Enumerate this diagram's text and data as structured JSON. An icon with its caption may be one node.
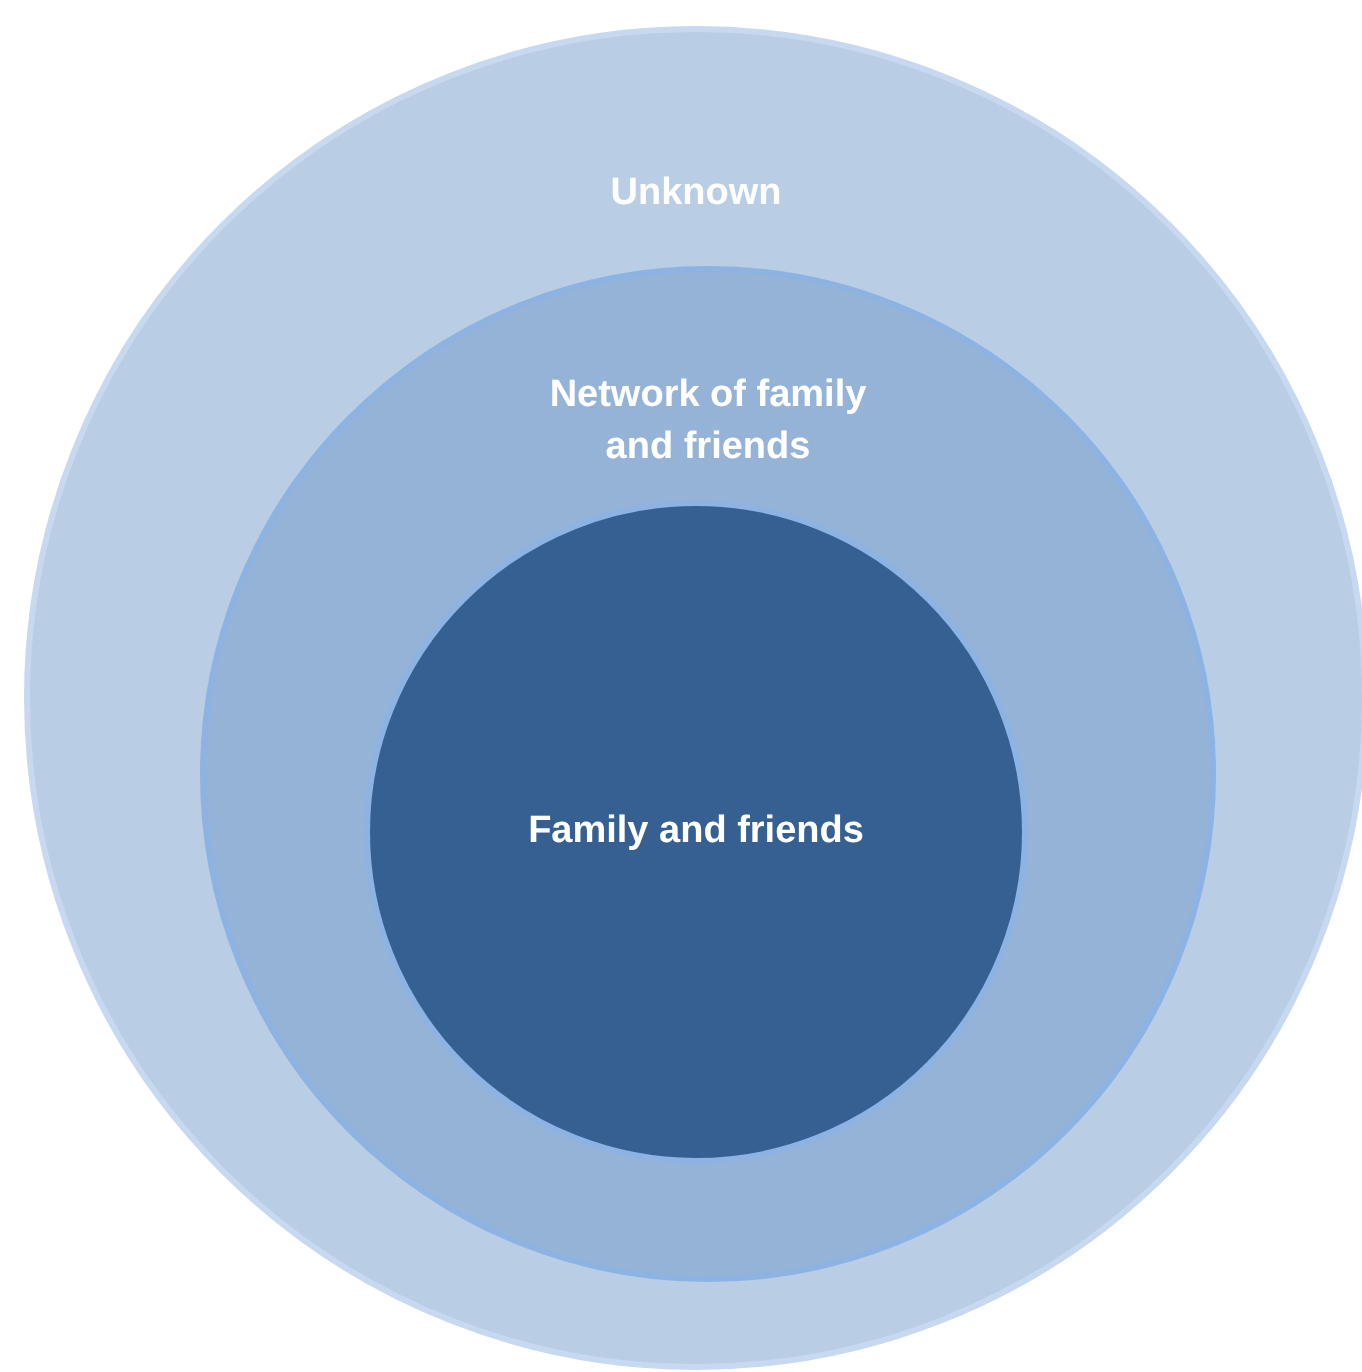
{
  "diagram": {
    "nodes": [
      {
        "text": [
          "Unknown"
        ]
      },
      {
        "text": [
          "Network of family and friends"
        ],
        "in": 0
      },
      {
        "text": [
          "Family and friends"
        ],
        "in": 1
      }
    ]
  }
}
